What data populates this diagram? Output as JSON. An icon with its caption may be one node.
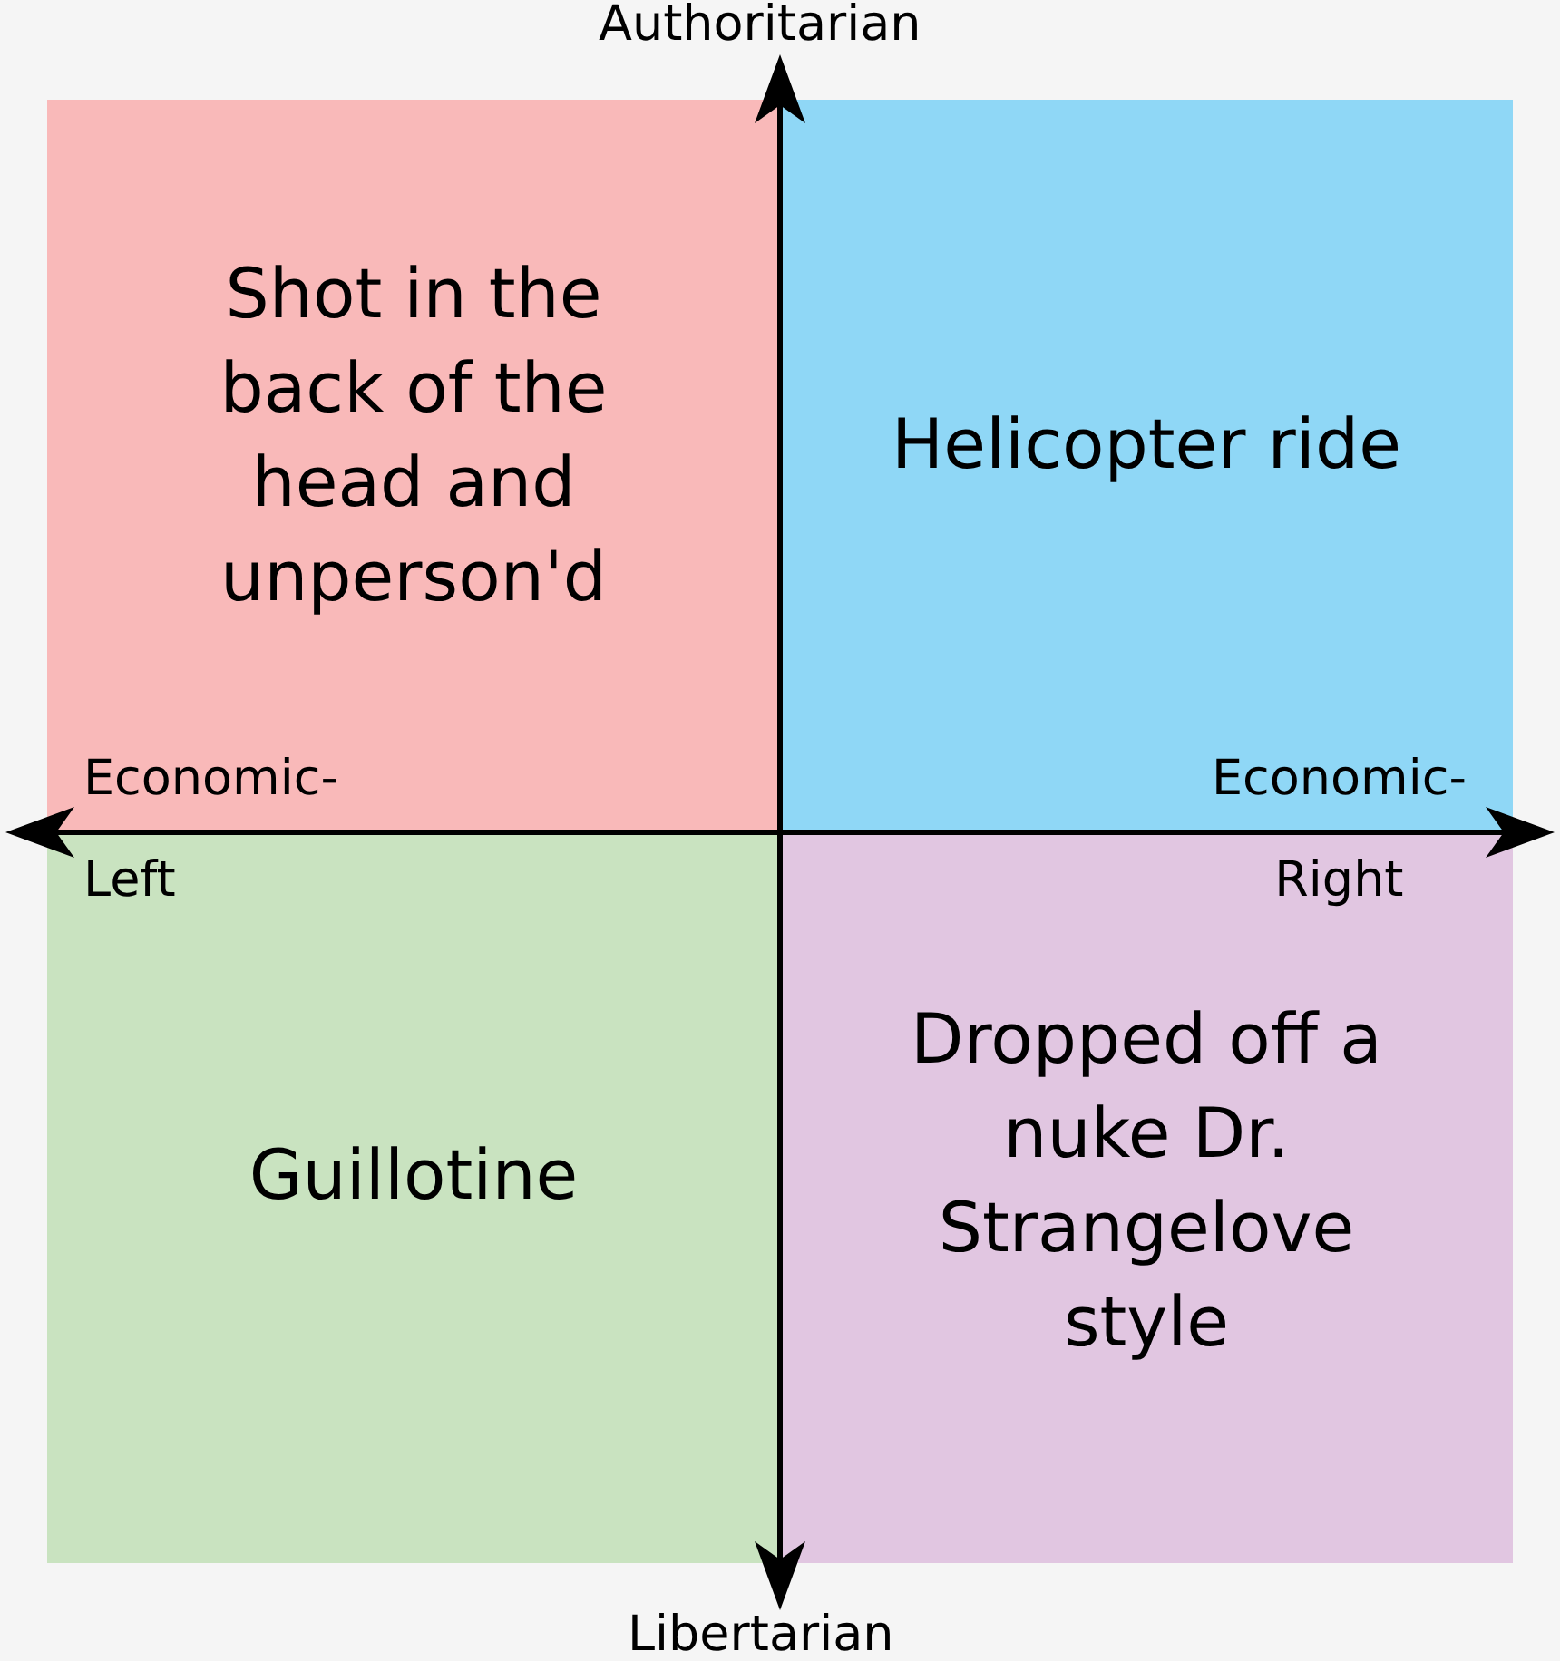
{
  "diagram": {
    "nodes": [
      {
        "text": [
          "Shot in the back of the head and unperson'd"
        ]
      },
      {
        "text": [
          "Helicopter ride"
        ]
      },
      {
        "text": [
          "Guillotine"
        ]
      },
      {
        "text": [
          "Dropped off a nuke Dr. Strangelove style"
        ]
      }
    ],
    "labels": [
      "Authoritarian",
      "Economic- Left",
      "Economic- Right",
      "Libertarian"
    ]
  }
}
